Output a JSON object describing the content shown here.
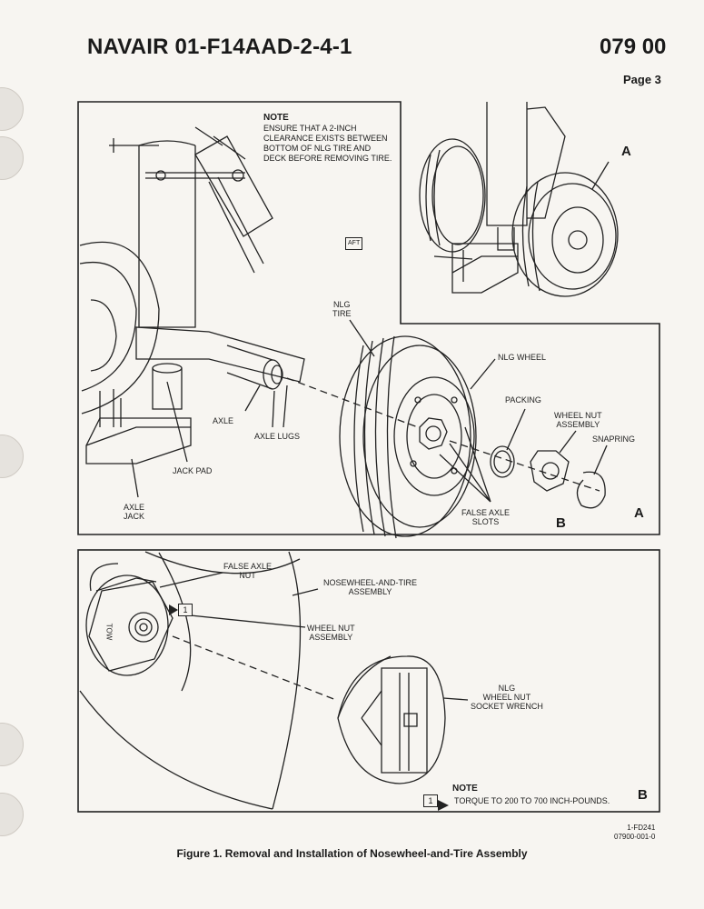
{
  "header": {
    "doc_number": "NAVAIR 01-F14AAD-2-4-1",
    "section": "079 00",
    "page": "Page 3"
  },
  "view_a": {
    "note_title": "NOTE",
    "note_text": "ENSURE THAT A 2-INCH\nCLEARANCE EXISTS BETWEEN\nBOTTOM OF NLG TIRE AND\nDECK BEFORE REMOVING TIRE.",
    "detail_callout": "A",
    "aft_arrow": "AFT",
    "labels": {
      "nlg_tire": "NLG\nTIRE",
      "nlg_wheel": "NLG WHEEL",
      "packing": "PACKING",
      "wheel_nut_assembly": "WHEEL NUT\nASSEMBLY",
      "snapring": "SNAPRING",
      "axle": "AXLE",
      "axle_lugs": "AXLE LUGS",
      "jack_pad": "JACK PAD",
      "axle_jack": "AXLE\nJACK",
      "false_axle_slots": "FALSE AXLE\nSLOTS",
      "detail_b": "B",
      "view_letter": "A"
    }
  },
  "view_b": {
    "labels": {
      "false_axle_nut": "FALSE AXLE\nNUT",
      "nosewheel_tire_assembly": "NOSEWHEEL-AND-TIRE\nASSEMBLY",
      "wheel_nut_assembly": "WHEEL NUT\nASSEMBLY",
      "socket_wrench": "NLG\nWHEEL NUT\nSOCKET WRENCH",
      "tow": "TOW",
      "view_letter": "B"
    },
    "callout_number": "1",
    "note_title": "NOTE",
    "note_callout": "1",
    "note_text": "TORQUE TO 200 TO 700 INCH-POUNDS."
  },
  "footer": {
    "figure_code": "1-FD241\n07900-001-0",
    "caption": "Figure 1.  Removal and Installation of Nosewheel-and-Tire Assembly"
  }
}
